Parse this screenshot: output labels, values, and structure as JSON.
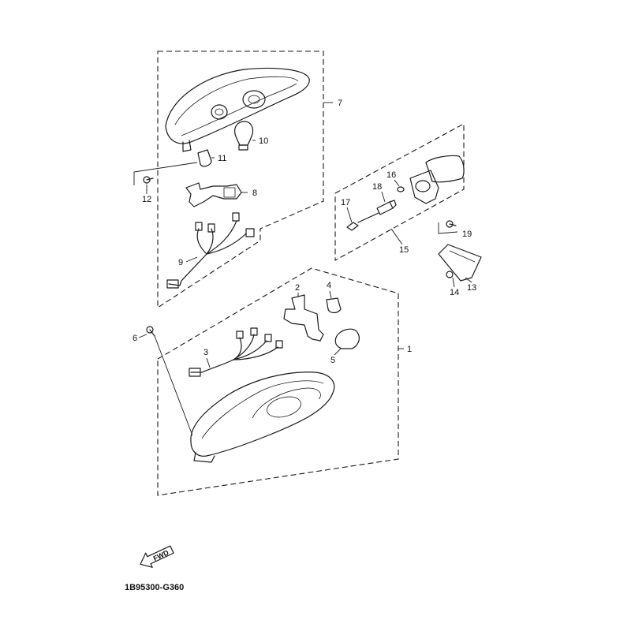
{
  "diagram": {
    "code": "1B95300-G360",
    "direction_label": "FWD",
    "callouts": [
      "1",
      "2",
      "3",
      "4",
      "5",
      "6",
      "7",
      "8",
      "9",
      "10",
      "11",
      "12",
      "13",
      "14",
      "15",
      "16",
      "17",
      "18",
      "19"
    ]
  },
  "colors": {
    "line": "#1a1a1a",
    "background": "#ffffff"
  }
}
